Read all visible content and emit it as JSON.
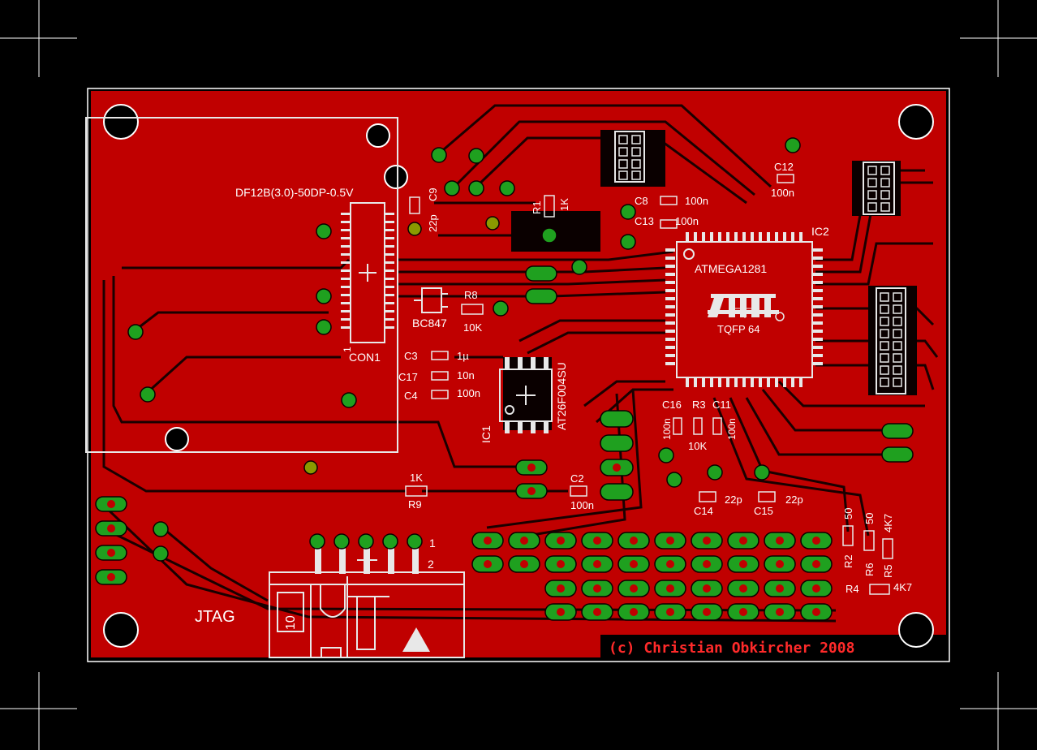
{
  "colors": {
    "background": "#000000",
    "board": "#c00000",
    "trace": "#1a0000",
    "pad": "#1fa01f",
    "silkscreen": "#e8e8e8",
    "copyright": "#ff2a2a"
  },
  "components": {
    "connector_part": "DF12B(3.0)-50DP-0.5V",
    "connector_name": "CON1",
    "pin_one": "1",
    "mcu_name": "ATMEGA1281",
    "mcu_package": "TQFP 64",
    "mcu_ref": "IC2",
    "flash_part": "AT26F004SU",
    "flash_ref": "IC1",
    "transistor": "BC847",
    "jtag_label": "JTAG",
    "jtag_pin10": "10",
    "header_pin1": "1",
    "header_pin2": "2"
  },
  "parts": [
    {
      "ref": "C9",
      "value": "22p"
    },
    {
      "ref": "R1",
      "value": "1K"
    },
    {
      "ref": "C8",
      "value": "100n"
    },
    {
      "ref": "C13",
      "value": "100n"
    },
    {
      "ref": "C12",
      "value": "100n"
    },
    {
      "ref": "R8",
      "value": "10K"
    },
    {
      "ref": "C3",
      "value": "1µ"
    },
    {
      "ref": "C17",
      "value": "10n"
    },
    {
      "ref": "C4",
      "value": "100n"
    },
    {
      "ref": "C16",
      "value": "100n"
    },
    {
      "ref": "R3",
      "value": "10K"
    },
    {
      "ref": "C11",
      "value": "100n"
    },
    {
      "ref": "C14",
      "value": "22p"
    },
    {
      "ref": "C15",
      "value": "22p"
    },
    {
      "ref": "C2",
      "value": "100n"
    },
    {
      "ref": "R9",
      "value": "1K"
    },
    {
      "ref": "R2",
      "value": "50"
    },
    {
      "ref": "R6",
      "value": "50"
    },
    {
      "ref": "R5",
      "value": "4K7"
    },
    {
      "ref": "R4",
      "value": "4K7"
    }
  ],
  "copyright": "(c) Christian Obkircher 2008"
}
